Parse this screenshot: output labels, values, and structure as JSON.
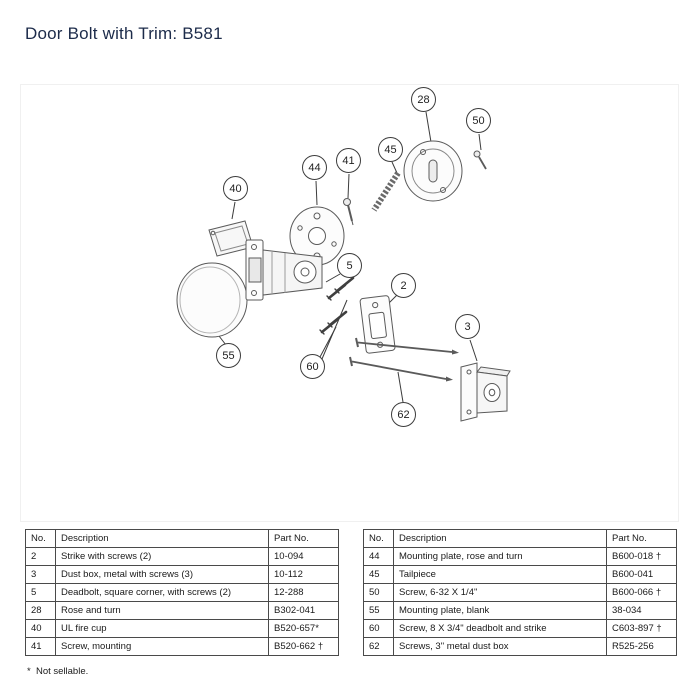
{
  "title": "Door Bolt with Trim: B581",
  "colors": {
    "title": "#1c2b4a",
    "table_border": "#4a4a4a",
    "line_art": "#5a5a5a"
  },
  "callouts": [
    {
      "label": "28"
    },
    {
      "label": "50"
    },
    {
      "label": "45"
    },
    {
      "label": "41"
    },
    {
      "label": "44"
    },
    {
      "label": "40"
    },
    {
      "label": "5"
    },
    {
      "label": "2"
    },
    {
      "label": "3"
    },
    {
      "label": "55"
    },
    {
      "label": "60"
    },
    {
      "label": "62"
    }
  ],
  "tables": {
    "left": {
      "headers": [
        "No.",
        "Description",
        "Part No."
      ],
      "rows": [
        {
          "no": "2",
          "description": "Strike with screws (2)",
          "part": "10-094"
        },
        {
          "no": "3",
          "description": "Dust box, metal with screws (3)",
          "part": "10-112"
        },
        {
          "no": "5",
          "description": "Deadbolt, square corner, with screws (2)",
          "part": "12-288"
        },
        {
          "no": "28",
          "description": "Rose and turn",
          "part": "B302-041"
        },
        {
          "no": "40",
          "description": "UL fire cup",
          "part": "B520-657*"
        },
        {
          "no": "41",
          "description": "Screw, mounting",
          "part": "B520-662 †"
        }
      ]
    },
    "right": {
      "headers": [
        "No.",
        "Description",
        "Part No."
      ],
      "rows": [
        {
          "no": "44",
          "description": "Mounting plate, rose and turn",
          "part": "B600-018 †"
        },
        {
          "no": "45",
          "description": "Tailpiece",
          "part": "B600-041"
        },
        {
          "no": "50",
          "description": "Screw, 6-32 X 1/4\"",
          "part": "B600-066 †"
        },
        {
          "no": "55",
          "description": "Mounting plate, blank",
          "part": "38-034"
        },
        {
          "no": "60",
          "description": "Screw, 8 X 3/4\" deadbolt and strike",
          "part": "C603-897 †"
        },
        {
          "no": "62",
          "description": "Screws, 3\" metal dust box",
          "part": "R525-256"
        }
      ]
    }
  },
  "footnote": "*  Not sellable."
}
